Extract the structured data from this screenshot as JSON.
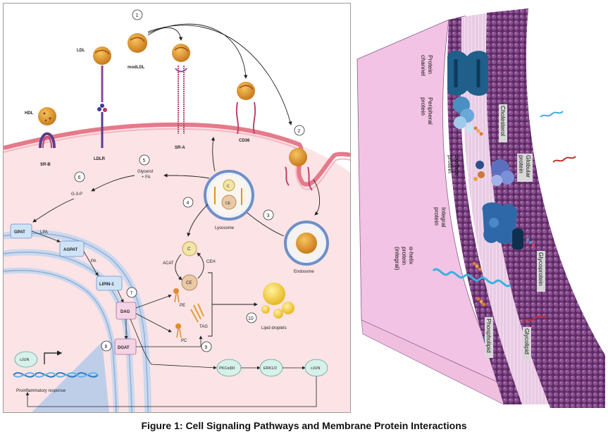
{
  "caption": "Figure 1: Cell Signaling Pathways and Membrane Protein Interactions",
  "left_diagram": {
    "receptors": {
      "hdl": "HDL",
      "ldl": "LDL",
      "modldl": "modLDL",
      "srb": "SR-B",
      "ldlr": "LDLR",
      "sra": "SR-A",
      "cd36": "CD36"
    },
    "steps": [
      "1",
      "2",
      "3",
      "4",
      "5",
      "6",
      "7",
      "8",
      "9",
      "10"
    ],
    "labels": {
      "glycerol_fa": [
        "Glycerol",
        "+ FA"
      ],
      "g3p": "G-3-P",
      "lysosome": "Lysosome",
      "endosome": "Endosome",
      "acat": "ACAT",
      "ceh": "CEH",
      "c": "C",
      "ce": "CE",
      "lysosome_c": "C",
      "lysosome_ce": "CE",
      "pe": "PE",
      "pc": "PC",
      "tag": "TAG",
      "lipid_droplets": "Lipid droplets",
      "proinflammatory": "Proinflammatory response"
    },
    "nodes": {
      "gpat": "GPAT",
      "lpa": "LPA",
      "agpat": "AGPAT",
      "pa": "PA",
      "lipin": "LIPIN-1",
      "dag": "DAG",
      "dgat": "DGAT",
      "cjun_left": "cJUN",
      "pkc": "PKCα/βII",
      "erk": "ERK1/2",
      "cjun_right": "cJUN"
    }
  },
  "right_diagram": {
    "labels": {
      "protein_channel": [
        "Protein",
        "channel"
      ],
      "peripheral_protein": [
        "Peripheral",
        "protein"
      ],
      "cholesterol": "Cholesterol",
      "surface_protein": [
        "Surface",
        "protein"
      ],
      "globular_protein": [
        "Globular",
        "protein"
      ],
      "integral_protein": [
        "Integral",
        "protein"
      ],
      "glycoprotein": "Glycoprotein",
      "alpha_helix": [
        "α-helix",
        "protein",
        "(integral)"
      ],
      "phospholipid": "Phospholipid",
      "glycolipid": "Glycolipid"
    }
  },
  "colors": {
    "cytoplasm": "#fbe3e6",
    "membrane": "#e57a8a",
    "node_blue": "#cfe3f6",
    "node_pink": "#f4d4e4",
    "node_green": "#d6f0ea",
    "lipoprotein": "#e6a236",
    "bilayer_head": "#7a3f7f",
    "bilayer_pink": "#f2c3e4"
  }
}
